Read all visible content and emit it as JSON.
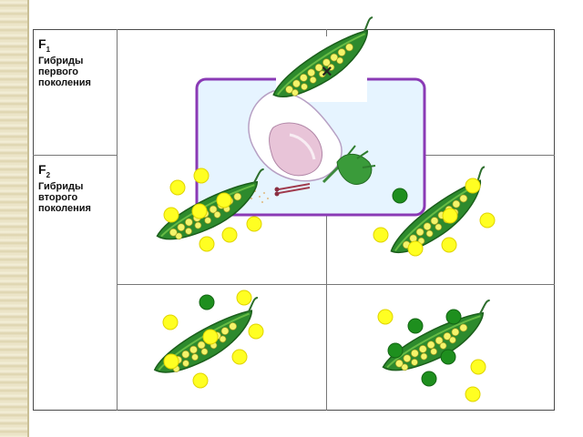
{
  "rows": [
    {
      "symbol": "F",
      "subscript": "1",
      "desc": "Гибриды\nпервого\nпоколения"
    },
    {
      "symbol": "F",
      "subscript": "2",
      "desc": "Гибриды\nвторого\nпоколения"
    }
  ],
  "cross_symbol": "×",
  "colors": {
    "yellow_pea": "#ffff22",
    "green_pea": "#1e8f1e",
    "pod": "#2d8a2d",
    "flower_frame": "#8a3ab5",
    "flower_bg": "#e6f4ff"
  }
}
